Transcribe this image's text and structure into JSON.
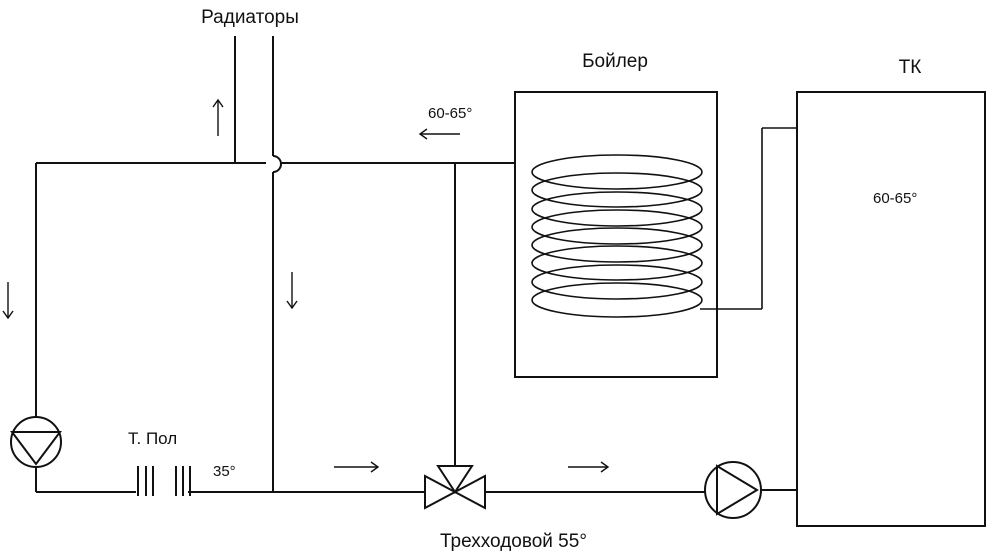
{
  "labels": {
    "radiators": "Радиаторы",
    "boiler": "Бойлер",
    "tk": "ТК",
    "temp_supply": "60-65°",
    "temp_tk": "60-65°",
    "floor": "Т. Пол",
    "temp_floor": "35°",
    "three_way_valve": "Трехходовой 55°"
  },
  "colors": {
    "line": "#111111",
    "background": "#ffffff"
  },
  "icons": {
    "pump_down": "pump-down-icon",
    "pump_right": "pump-right-icon",
    "three_way_valve": "three-way-valve-icon",
    "coil": "coil-icon"
  }
}
